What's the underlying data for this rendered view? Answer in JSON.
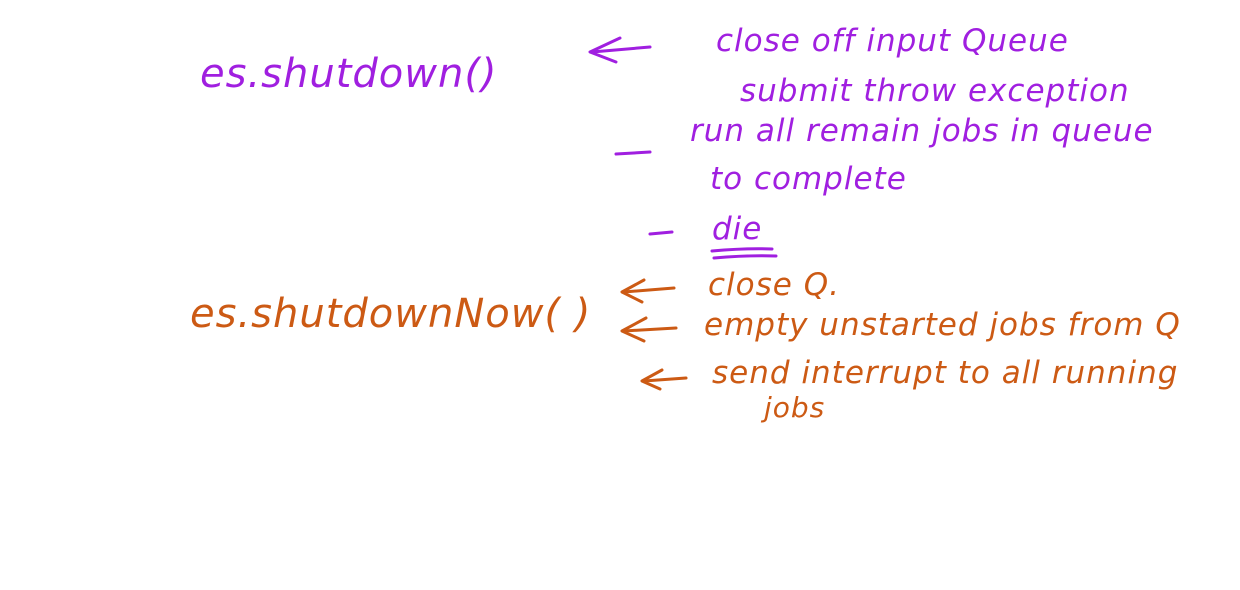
{
  "colors": {
    "violet_ink": "#a01fe0",
    "rust_ink": "#cc5a14",
    "background": "#ffffff"
  },
  "shutdown": {
    "method": "es.shutdown()",
    "notes": [
      "close off input Queue",
      "submit throw exception",
      "run all remain jobs in queue",
      "to complete",
      "die"
    ]
  },
  "shutdown_now": {
    "method": "es.shutdownNow( )",
    "notes": [
      "close Q.",
      "empty unstarted jobs from Q",
      "send interrupt to all running",
      "jobs"
    ]
  }
}
